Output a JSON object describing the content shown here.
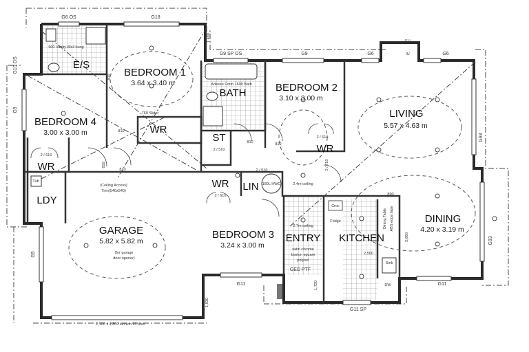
{
  "rooms": {
    "ensuite": {
      "name": "E/S"
    },
    "bedroom1": {
      "name": "BEDROOM 1",
      "size": "3.64 x 3.40 m"
    },
    "bedroom2": {
      "name": "BEDROOM 2",
      "size": "3.10 x 3.00 m"
    },
    "bedroom3": {
      "name": "BEDROOM  3",
      "size": "3.24 x 3.00 m"
    },
    "bedroom4": {
      "name": "BEDROOM 4",
      "size": "3.00 x 3.00 m"
    },
    "bath": {
      "name": "BATH"
    },
    "living": {
      "name": "LIVING",
      "size": "5.57 x 4.63 m"
    },
    "dining": {
      "name": "DINING",
      "size": "4.20 x 3.19 m"
    },
    "garage": {
      "name": "GARAGE",
      "size": "5.82 x 5.82 m"
    },
    "kitchen": {
      "name": "KITCHEN"
    },
    "entry": {
      "name": "ENTRY"
    },
    "laundry": {
      "name": "LDY"
    },
    "store": {
      "name": "ST"
    },
    "linen": {
      "name": "LIN"
    },
    "wr_bed1": {
      "name": "WR"
    },
    "wr_bed2": {
      "name": "WR"
    },
    "wr_bed3": {
      "name": "WR"
    },
    "wr_bed4": {
      "name": "WR"
    }
  },
  "windows": {
    "g6os": "G6 OS",
    "g18": "G18",
    "g9spos": "G9 SP OS",
    "g9": "G9",
    "g6a": "G6",
    "g6b": "G6",
    "eu_top": "EU",
    "eu_inner": "IU",
    "g93a": "G93",
    "g93b": "G93",
    "g11a": "G11",
    "g11b": "G11",
    "g11sp": "G11 SP",
    "g5": "G5",
    "g10os": "G10 OS",
    "g9left": "G9"
  },
  "dimensions": {
    "d1490": "1 490",
    "d1830": "1,830",
    "d1720": "1,720",
    "d2860": "2,860",
    "d890": "890",
    "d2500": "2,500",
    "door810a": "810",
    "door810b": "810",
    "door810c": "810",
    "door810d": "810",
    "door810e": "810",
    "door810f": "810",
    "wr2_510": "2 / 510",
    "wr2_610a": "2 / 610",
    "wr2_610b": "2 / 610",
    "wr2_610c": "2 / 610",
    "wr2_510b": "2 / 510",
    "door2_710": "2 / 710"
  },
  "notes": {
    "slider": "760 Slider",
    "bath_tub": "Adesso Form 1600 Bath",
    "vanity": "900 Vanity Wall hung",
    "ceiling24": "2.4m ceiling",
    "ceiling27": "2.7m ceiling",
    "hwc": "180L HWC",
    "ceiling_access": "(Ceiling Access)",
    "ceiling_trim": "Trim(540x540)",
    "garage_opener1": "(for garage",
    "garage_opener2": "door opener)",
    "garage_door": "2,100 x 4,800 section lift door",
    "ged": "GED PTF",
    "croc": "Croc",
    "fridge": "Fridge",
    "dining_table1": "Dining Table",
    "dining_table2": "ABS edge tape",
    "dw": "DW",
    "sink": "Sink",
    "tub": "Tub",
    "entry_note1": "satin chrome",
    "entry_note2": "boston square",
    "entry_note3": "polyset"
  },
  "icons": [
    "ceiling-light-icon",
    "door-swing-icon",
    "toilet-icon",
    "shower-icon",
    "sink-icon",
    "bathtub-icon",
    "hot-water-cylinder-icon"
  ]
}
